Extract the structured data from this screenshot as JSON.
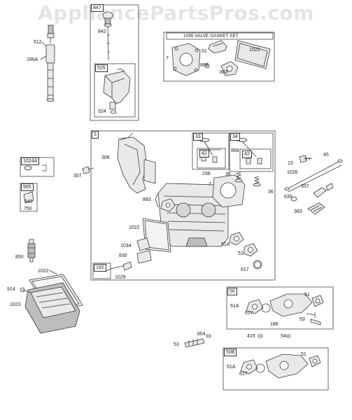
{
  "watermark": "AppliancePartsPros.com",
  "kit_title": "1095 VALVE GASKET SET",
  "box_labels": [
    "847",
    "525",
    "5",
    "33",
    "42",
    "34",
    "42",
    "1024A",
    "965",
    "192",
    "50",
    "50B"
  ],
  "part_labels": [
    "512",
    "186A",
    "842",
    "524",
    "7",
    "51",
    "1022",
    "868",
    "883",
    "306",
    "307",
    "238",
    "36",
    "7",
    "868",
    "36",
    "13",
    "45",
    "1026",
    "337",
    "635",
    "383",
    "943",
    "750",
    "883",
    "1022",
    "1034",
    "830",
    "51A",
    "51",
    "617",
    "1029",
    "850",
    "1022",
    "914",
    "1023",
    "51A",
    "617",
    "51",
    "186",
    "53",
    "415",
    "54",
    "654",
    "53",
    "51A",
    "617",
    "51"
  ]
}
